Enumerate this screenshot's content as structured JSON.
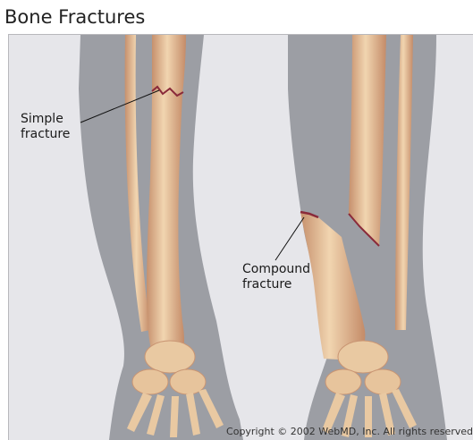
{
  "title": "Bone Fractures",
  "labels": {
    "simple": [
      "Simple",
      "fracture"
    ],
    "compound": [
      "Compound",
      "fracture"
    ]
  },
  "copyright": "Copyright © 2002 WebMD, Inc. All rights reserved",
  "colors": {
    "background": "#e6e6ea",
    "skin": "#8e9098",
    "bone": "#e9c9a2",
    "bone_shadow": "#c99573",
    "fracture": "#8a2a3a"
  }
}
